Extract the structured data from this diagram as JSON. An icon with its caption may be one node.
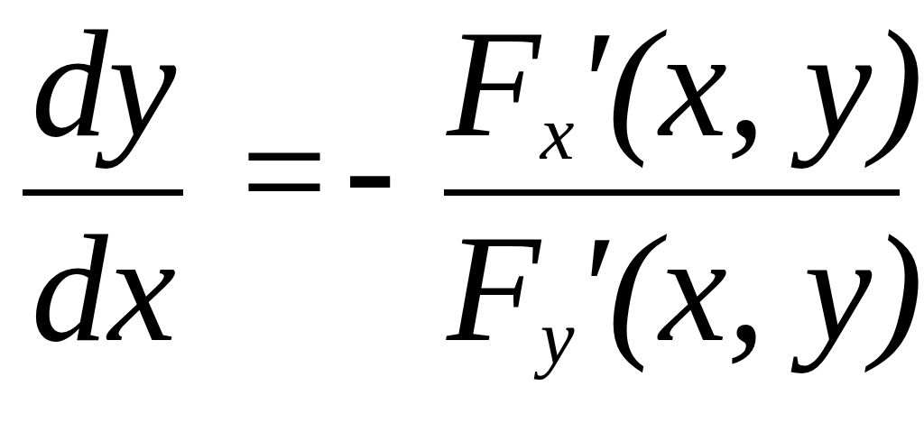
{
  "diagram": {
    "labels": [
      "dy",
      "dx",
      "=",
      "-",
      "F$_{x}$′(x, y)",
      "F$_{y}$′(x, y)"
    ]
  }
}
